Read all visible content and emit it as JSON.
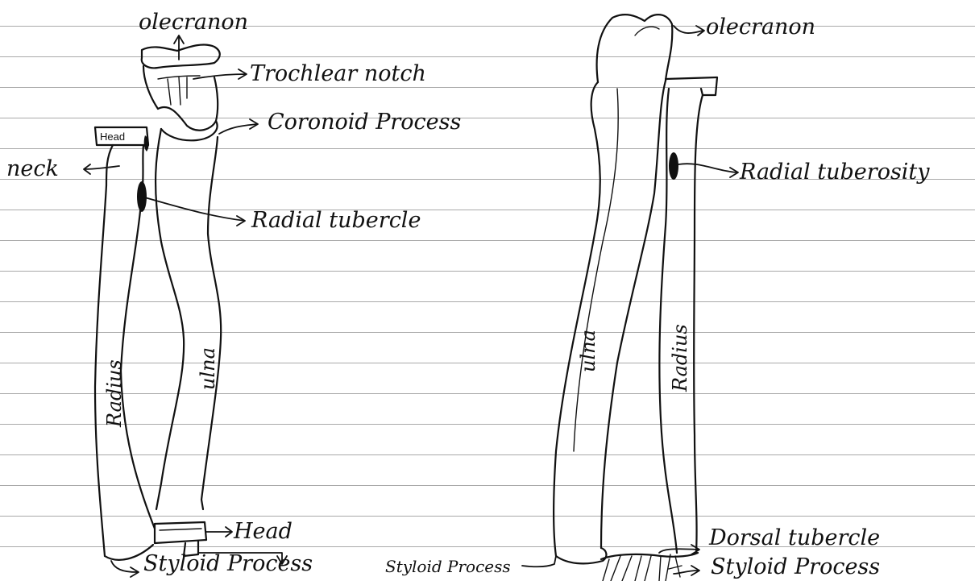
{
  "colors": {
    "ink": "#111111",
    "paper": "#ffffff",
    "rule_line": "#a9a9a9"
  },
  "left_figure": {
    "labels": {
      "olecranon": "olecranon",
      "trochlear_notch": "Trochlear notch",
      "coronoid_process": "Coronoid Process",
      "head_top": "Head",
      "neck": "neck",
      "radial_tubercle": "Radial tubercle",
      "radius": "Radius",
      "ulna": "ulna",
      "head_bottom": "Head",
      "styloid_process": "Styloid Process"
    }
  },
  "right_figure": {
    "labels": {
      "olecranon": "olecranon",
      "radial_tuberosity": "Radial tuberosity",
      "ulna": "ulna",
      "radius": "Radius",
      "dorsal_tubercle": "Dorsal tubercle",
      "styloid_process_left": "Styloid Process",
      "styloid_process_right": "Styloid Process"
    }
  }
}
